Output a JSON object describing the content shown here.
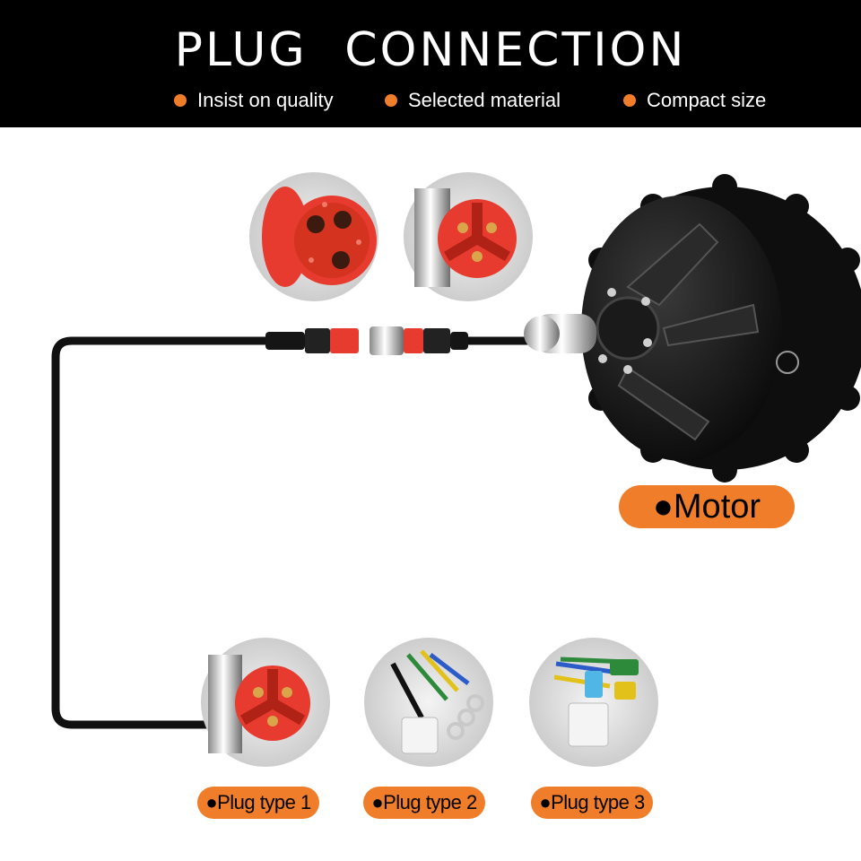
{
  "header": {
    "title": "PLUG CONNECTION",
    "features": [
      "Insist on quality",
      "Selected material",
      "Compact size"
    ]
  },
  "motor_label": "●Motor",
  "plug_labels": [
    "●Plug type 1",
    "●Plug type 2",
    "●Plug type 3"
  ],
  "colors": {
    "accent": "#f07d2a",
    "banner": "#000000",
    "plug_red": "#e63b2e"
  },
  "icons": [
    "connector-female-icon",
    "connector-male-icon",
    "hub-motor-icon",
    "terminal-plug-icon",
    "ring-terminal-icon"
  ]
}
